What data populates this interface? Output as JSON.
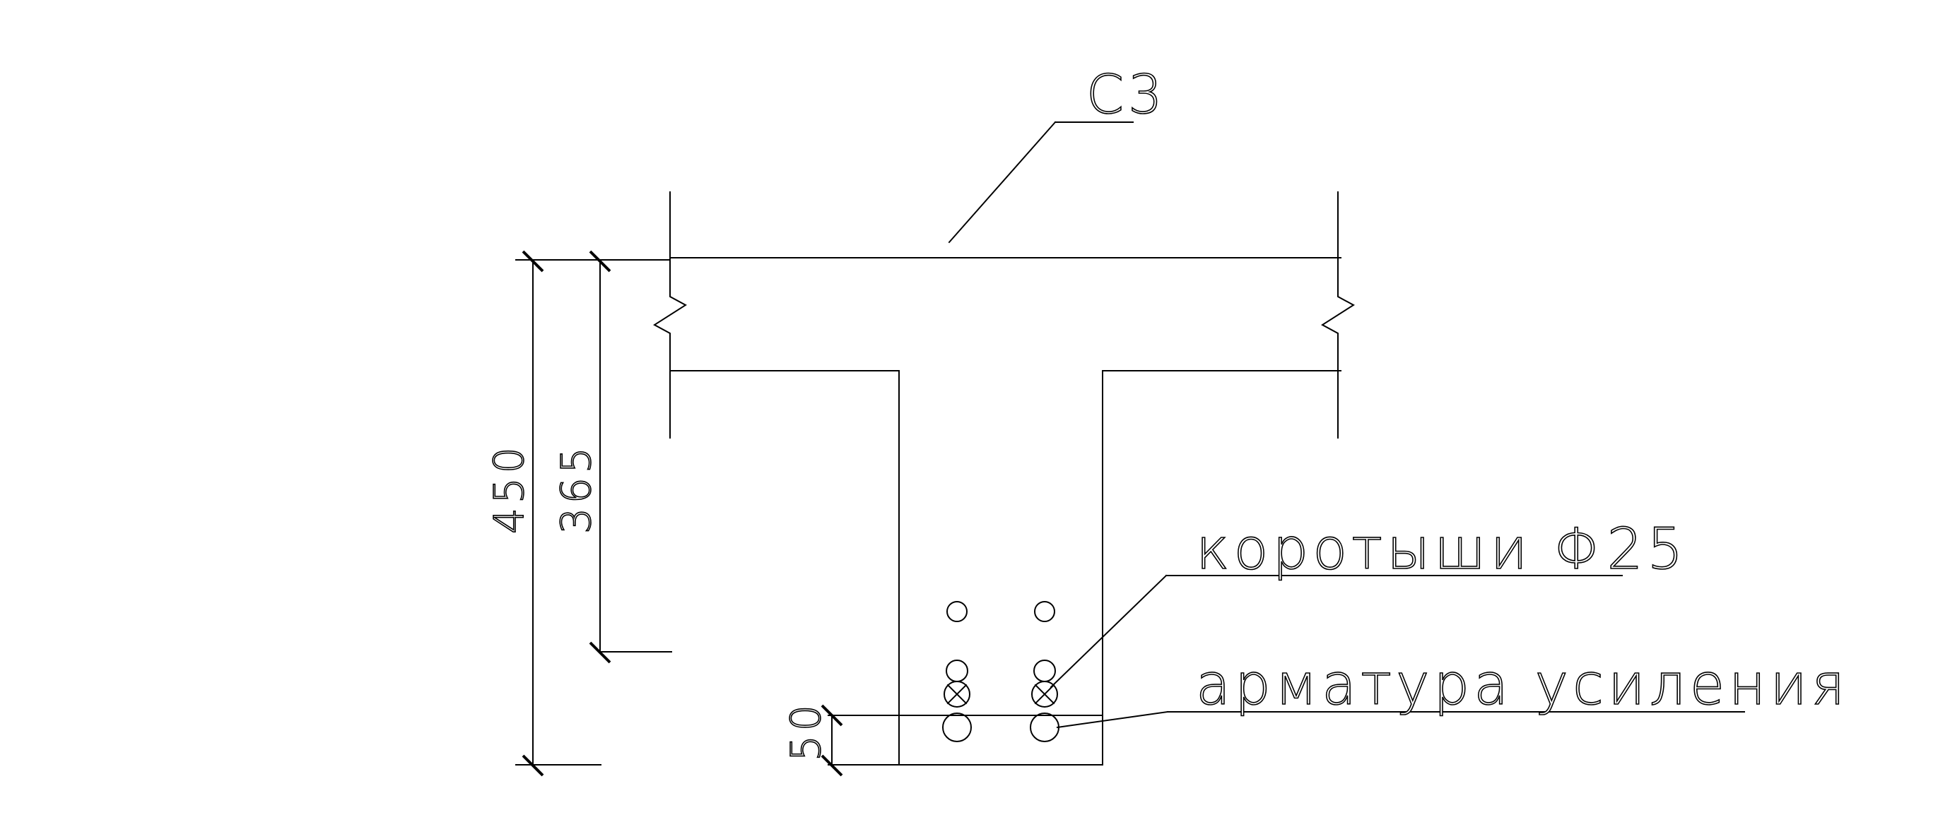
{
  "labels": {
    "section_mark": "С3",
    "stud_note": "коротыши Φ25",
    "rebar_note": "арматура усиления"
  },
  "dimensions": {
    "overall_height": "450",
    "web_height": "365",
    "cover": "50"
  },
  "colors": {
    "line": "#000000",
    "background": "#ffffff"
  }
}
